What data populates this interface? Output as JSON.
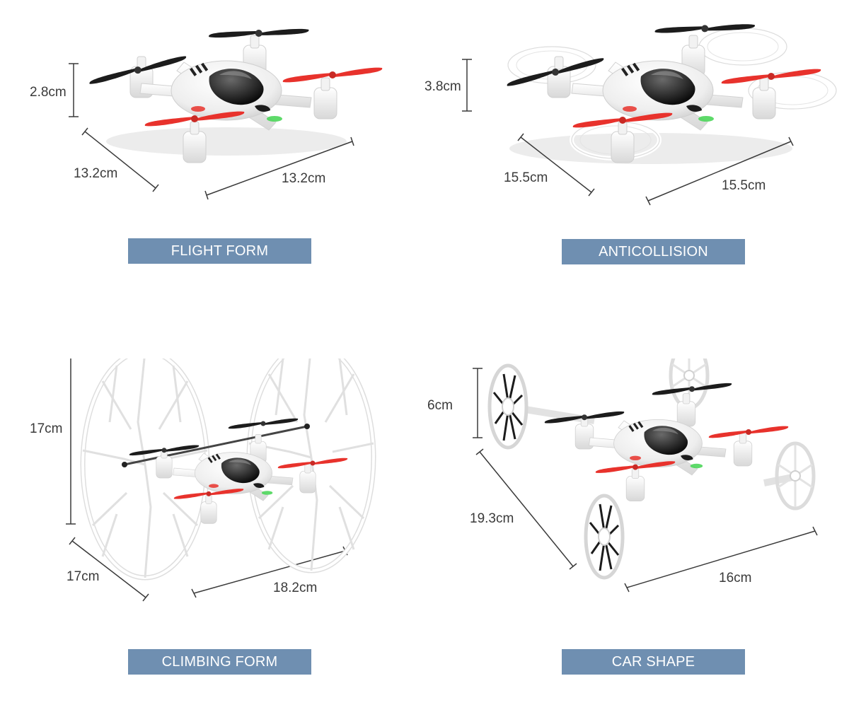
{
  "panels": [
    {
      "label": "FLIGHT FORM",
      "dimensions": {
        "height": "2.8cm",
        "depth": "13.2cm",
        "width": "13.2cm"
      }
    },
    {
      "label": "ANTICOLLISION",
      "dimensions": {
        "height": "3.8cm",
        "depth": "15.5cm",
        "width": "15.5cm"
      }
    },
    {
      "label": "CLIMBING FORM",
      "dimensions": {
        "height": "17cm",
        "depth": "17cm",
        "width": "18.2cm"
      }
    },
    {
      "label": "CAR SHAPE",
      "dimensions": {
        "height": "6cm",
        "depth": "19.3cm",
        "width": "16cm"
      }
    }
  ],
  "colors": {
    "label_background": "#6f8fb1",
    "label_text": "#ffffff",
    "propeller_red": "#e8322c",
    "propeller_black": "#1c1c1c",
    "body_white": "#f4f4f4",
    "led_green": "#4cd65a"
  }
}
